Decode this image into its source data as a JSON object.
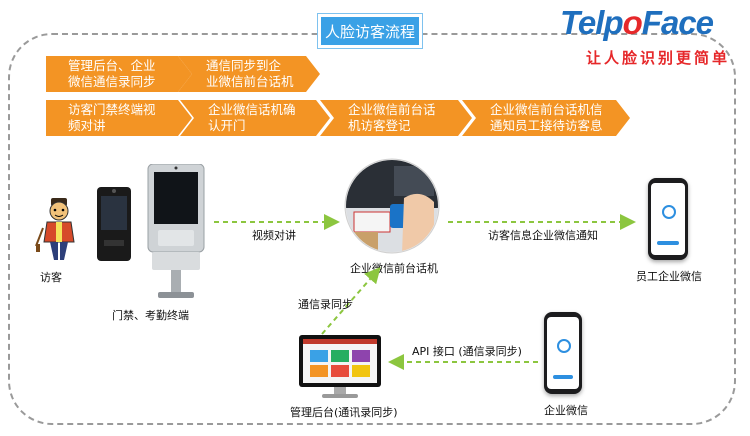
{
  "header": {
    "title": "人脸访客流程",
    "logo_telpo": "Telp",
    "logo_o": "o",
    "logo_face": "Face",
    "slogan": "让人脸识别更简单"
  },
  "steps_row1": [
    {
      "line1": "管理后台、企业",
      "line2": "微信通信录同步"
    },
    {
      "line1": "通信同步到企",
      "line2": "业微信前台话机"
    }
  ],
  "steps_row2": [
    {
      "line1": "访客门禁终端视",
      "line2": "频对讲"
    },
    {
      "line1": "企业微信话机确",
      "line2": "认开门"
    },
    {
      "line1": "企业微信前台话",
      "line2": "机访客登记"
    },
    {
      "line1": "企业微信前台话机信",
      "line2": "通知员工接待访客息"
    }
  ],
  "nodes": {
    "visitor": "访客",
    "terminal": "门禁、考勤终端",
    "front_phone": "企业微信前台话机",
    "employee": "员工企业微信",
    "admin": "管理后台(通讯录同步)",
    "wecom": "企业微信"
  },
  "edges": {
    "video": "视频对讲",
    "notify": "访客信息企业微信通知",
    "sync": "通信录同步",
    "api": "API 接口 (通信录同步)"
  },
  "colors": {
    "orange": "#f39424",
    "blue": "#3aa1e6",
    "green_dash": "#8cc63f",
    "red": "#e6282a"
  }
}
